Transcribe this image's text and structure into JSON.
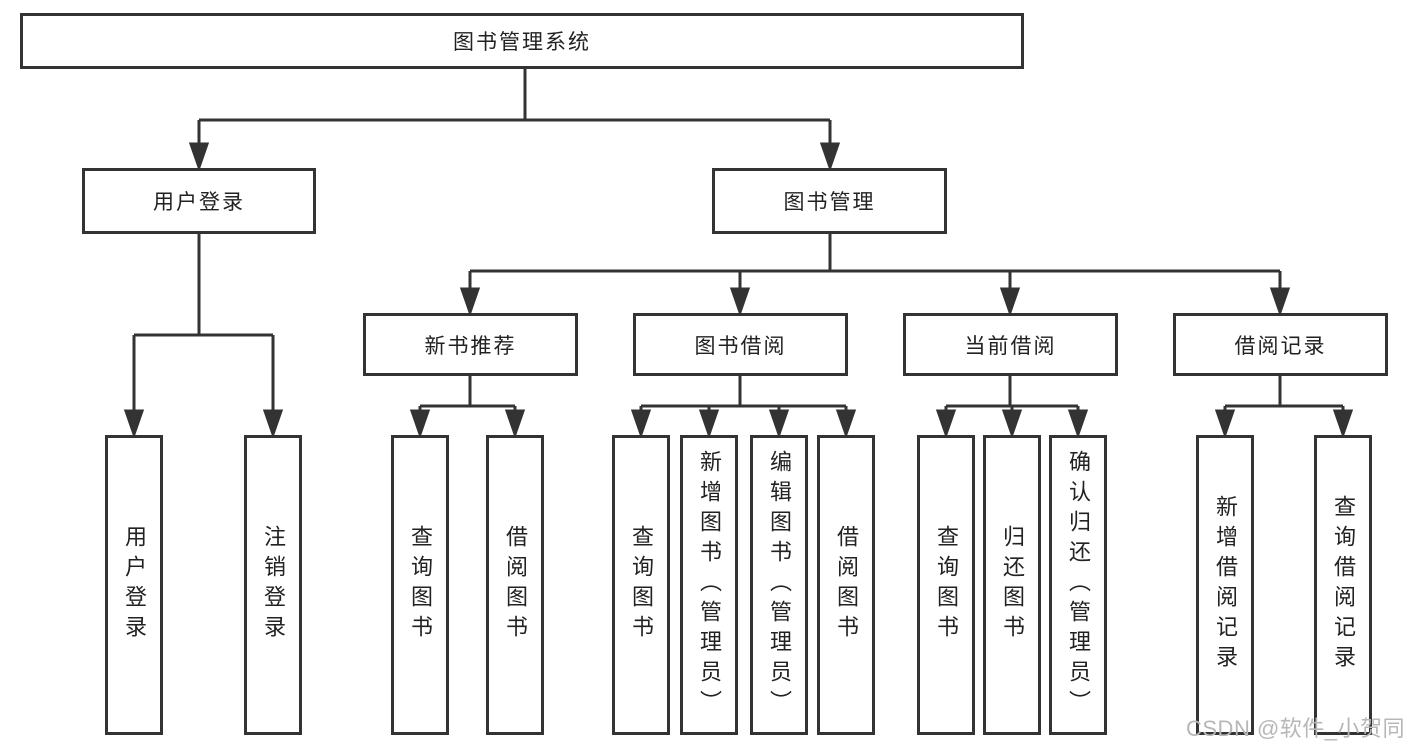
{
  "diagram": {
    "title": "图书管理系统",
    "branches": {
      "user_login": {
        "label": "用户登录",
        "children": [
          "用户登录",
          "注销登录"
        ]
      },
      "book_management": {
        "label": "图书管理",
        "children": {
          "new_book_recommend": {
            "label": "新书推荐",
            "children": [
              "查询图书",
              "借阅图书"
            ]
          },
          "book_borrow": {
            "label": "图书借阅",
            "children": [
              "查询图书",
              "新增图书（管理员）",
              "编辑图书（管理员）",
              "借阅图书"
            ]
          },
          "current_borrow": {
            "label": "当前借阅",
            "children": [
              "查询图书",
              "归还图书",
              "确认归还（管理员）"
            ]
          },
          "borrow_records": {
            "label": "借阅记录",
            "children": [
              "新增借阅记录",
              "查询借阅记录"
            ]
          }
        }
      }
    }
  },
  "watermark": "CSDN @软件_小贺同学",
  "colors": {
    "line": "#333333",
    "box_border": "#333333",
    "box_fill": "#ffffff",
    "text": "#222222",
    "watermark": "#b7b7b7",
    "background": "#ffffff"
  }
}
